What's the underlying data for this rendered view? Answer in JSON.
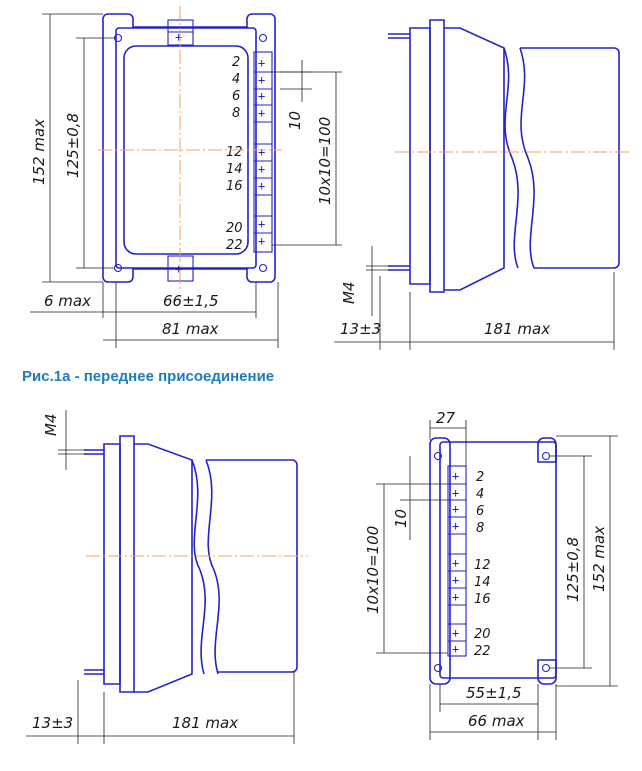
{
  "caption": "Рис.1а - переднее присоединение",
  "top_front": {
    "height_max": "152 max",
    "mount_spacing": "125±0,8",
    "left_tab": "6 max",
    "inner_width": "66±1,5",
    "total_width": "81 max",
    "pitch": "10",
    "pins_span": "10x10=100",
    "pins": [
      "2",
      "4",
      "6",
      "8",
      "12",
      "14",
      "16",
      "20",
      "22"
    ]
  },
  "top_side": {
    "thread": "M4",
    "stud_length": "13±3",
    "depth": "181 max"
  },
  "bottom_side": {
    "thread": "M4",
    "stud_length": "13±3",
    "depth": "181 max"
  },
  "bottom_rear": {
    "offset": "27",
    "pitch": "10",
    "pins_span": "10x10=100",
    "mount_spacing": "125±0,8",
    "height_max": "152 max",
    "inner_width": "55±1,5",
    "total_width": "66 max",
    "pins": [
      "2",
      "4",
      "6",
      "8",
      "12",
      "14",
      "16",
      "20",
      "22"
    ]
  },
  "colors": {
    "outline": "#2323c8",
    "centerline": "#f0a35a",
    "caption": "#1e7bc0",
    "dimension": "#1a1a1a"
  }
}
